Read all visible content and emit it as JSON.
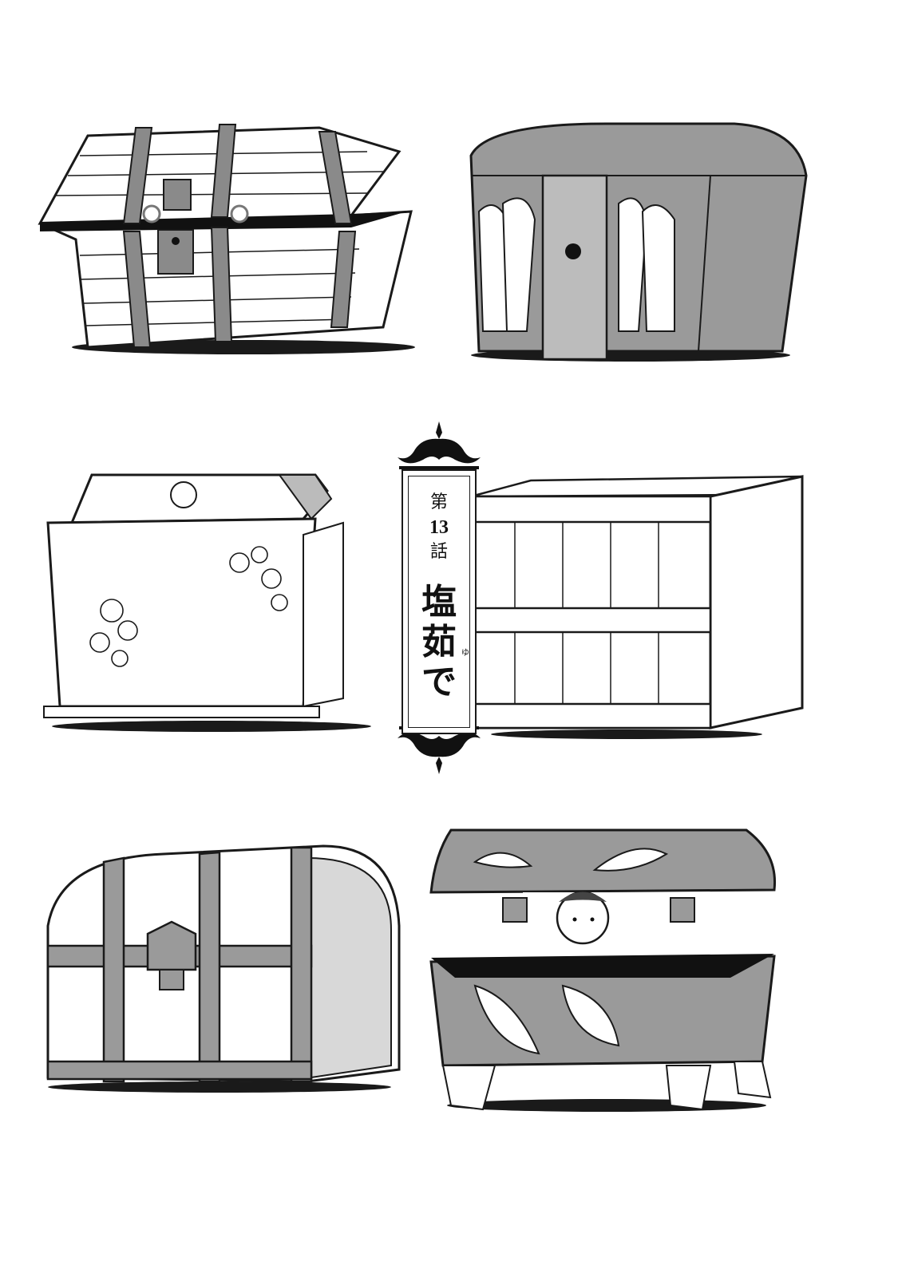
{
  "chapter": {
    "prefix": "第",
    "number": "13",
    "suffix": "話"
  },
  "title": {
    "char1": "塩",
    "char2": "茹",
    "char2_ruby": "ゆ",
    "char3": "で"
  },
  "colors": {
    "ink": "#1a1a1a",
    "screentone": "#9a9a9a",
    "paper": "#ffffff"
  },
  "illustrations": [
    "mimic-chest",
    "griffin-chest",
    "floral-chest",
    "wooden-crate",
    "iron-banded-chest",
    "winged-chest-with-boy"
  ]
}
